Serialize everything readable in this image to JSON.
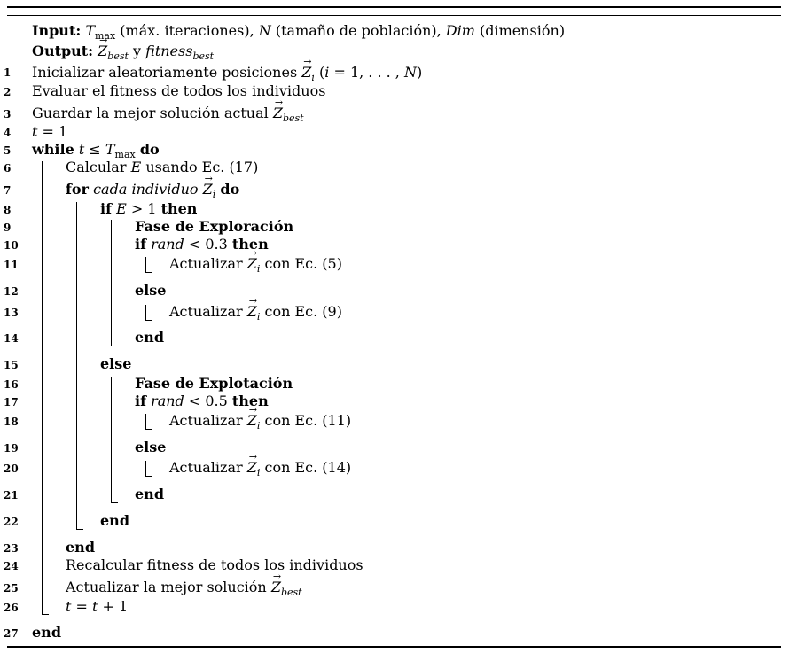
{
  "header": {
    "input_label": "Input:",
    "input_text": "(máx. iteraciones), N (tamaño de población), Dim (dimensión)",
    "output_label": "Output:",
    "output_text": "y fitness",
    "output_sub": "best"
  },
  "lines": [
    {
      "num": "1",
      "text": "Inicializar aleatoriamente posiciones Z_i (i = 1, . . . , N)"
    },
    {
      "num": "2",
      "text": "Evaluar el fitness de todos los individuos"
    },
    {
      "num": "3",
      "text": "Guardar la mejor solución actual Z_best"
    },
    {
      "num": "4",
      "text": "t = 1"
    },
    {
      "num": "5",
      "text": "while t ≤ T_max do"
    },
    {
      "num": "6",
      "text": "Calcular E usando Ec. (17)"
    },
    {
      "num": "7",
      "text": "for cada individuo Z_i do"
    },
    {
      "num": "8",
      "text": "if E > 1 then"
    },
    {
      "num": "9",
      "text": "Fase de Exploración"
    },
    {
      "num": "10",
      "text": "if rand < 0.3 then"
    },
    {
      "num": "11",
      "text": "Actualizar Z_i con Ec. (5)"
    },
    {
      "num": "12",
      "text": "else"
    },
    {
      "num": "13",
      "text": "Actualizar Z_i con Ec. (9)"
    },
    {
      "num": "14",
      "text": "end"
    },
    {
      "num": "15",
      "text": "else"
    },
    {
      "num": "16",
      "text": "Fase de Explotación"
    },
    {
      "num": "17",
      "text": "if rand < 0.5 then"
    },
    {
      "num": "18",
      "text": "Actualizar Z_i con Ec. (11)"
    },
    {
      "num": "19",
      "text": "else"
    },
    {
      "num": "20",
      "text": "Actualizar Z_i con Ec. (14)"
    },
    {
      "num": "21",
      "text": "end"
    },
    {
      "num": "22",
      "text": "end"
    },
    {
      "num": "23",
      "text": "end"
    },
    {
      "num": "24",
      "text": "Recalcular fitness de todos los individuos"
    },
    {
      "num": "25",
      "text": "Actualizar la mejor solución Z_best"
    },
    {
      "num": "26",
      "text": "t = t + 1"
    },
    {
      "num": "27",
      "text": "end"
    }
  ]
}
